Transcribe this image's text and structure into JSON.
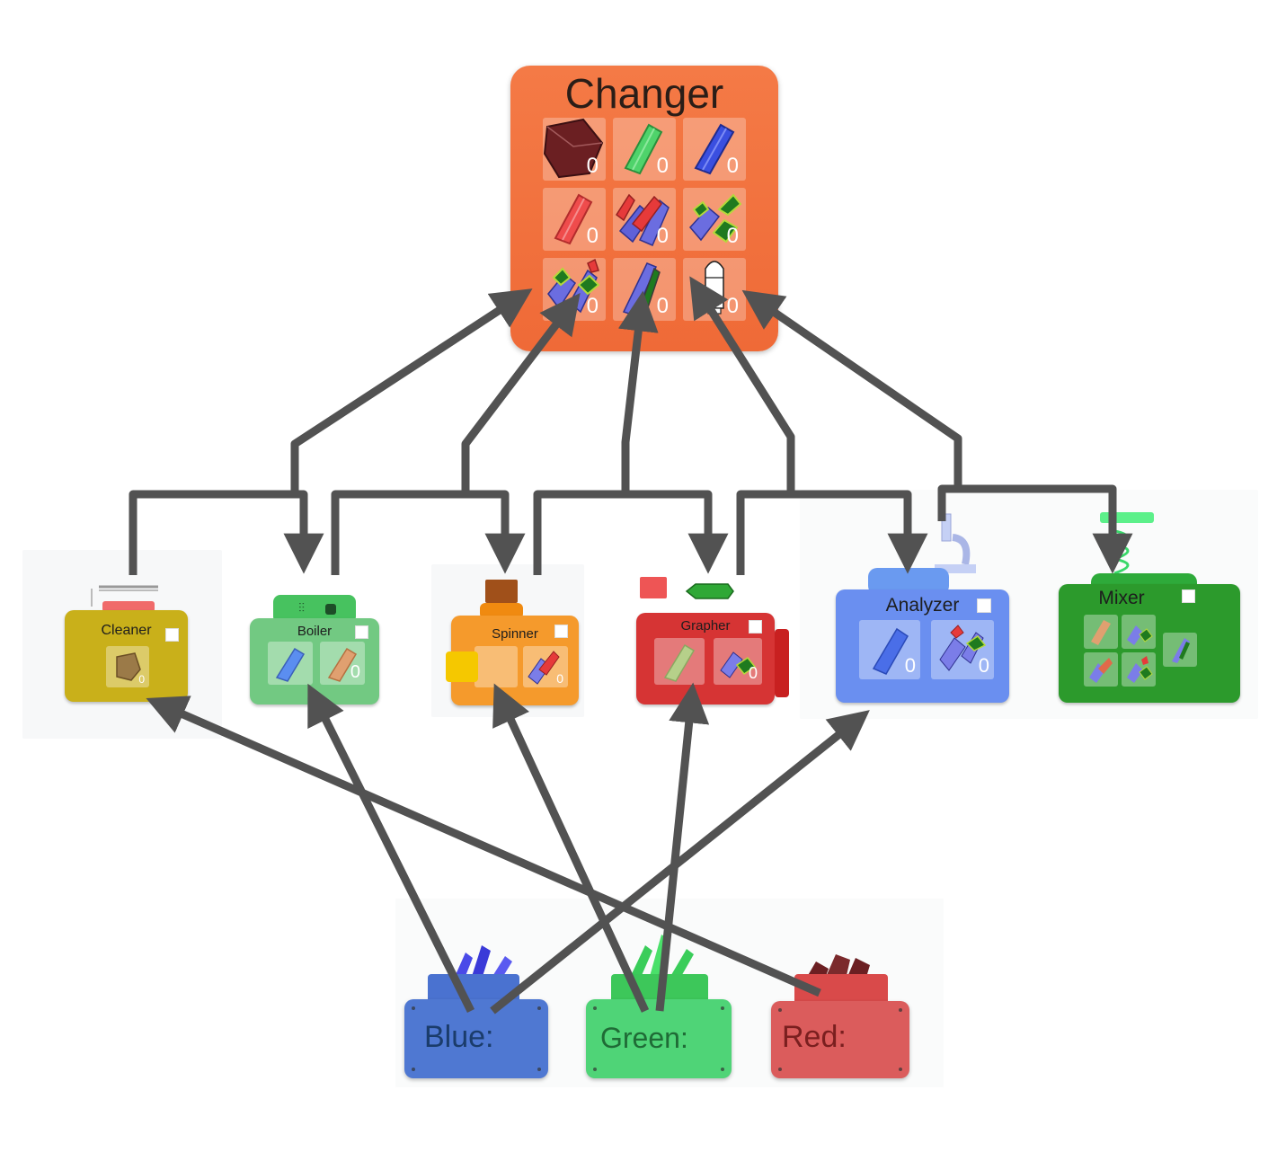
{
  "changer": {
    "title": "Changer",
    "slots": [
      {
        "icon": "red-rock-icon",
        "count": "0"
      },
      {
        "icon": "green-crystal-icon",
        "count": "0"
      },
      {
        "icon": "blue-crystal-icon",
        "count": "0"
      },
      {
        "icon": "red-crystal-icon",
        "count": "0"
      },
      {
        "icon": "red-blue-cluster-icon",
        "count": "0"
      },
      {
        "icon": "green-blue-cluster-icon",
        "count": "0"
      },
      {
        "icon": "mixed-cluster-icon",
        "count": "0"
      },
      {
        "icon": "blue-green-shard-icon",
        "count": "0"
      },
      {
        "icon": "rocket-icon",
        "count": "0"
      }
    ]
  },
  "machines": {
    "cleaner": {
      "title": "Cleaner",
      "count": "0",
      "color": "#c9b01a"
    },
    "boiler": {
      "title": "Boiler",
      "count": "0",
      "color": "#6fc27e"
    },
    "spinner": {
      "title": "Spinner",
      "count": "0",
      "color": "#f59a2c"
    },
    "grapher": {
      "title": "Grapher",
      "count": "0",
      "color": "#d63434"
    },
    "analyzer": {
      "title": "Analyzer",
      "count_a": "0",
      "count_b": "0",
      "color": "#6a8ff0"
    },
    "mixer": {
      "title": "Mixer",
      "color": "#2c9a2c"
    }
  },
  "sources": {
    "blue": {
      "label": "Blue:",
      "color": "#4f78d2"
    },
    "green": {
      "label": "Green:",
      "color": "#4fd477"
    },
    "red": {
      "label": "Red:",
      "color": "#db5c5c"
    }
  },
  "arrow_color": "#525252"
}
